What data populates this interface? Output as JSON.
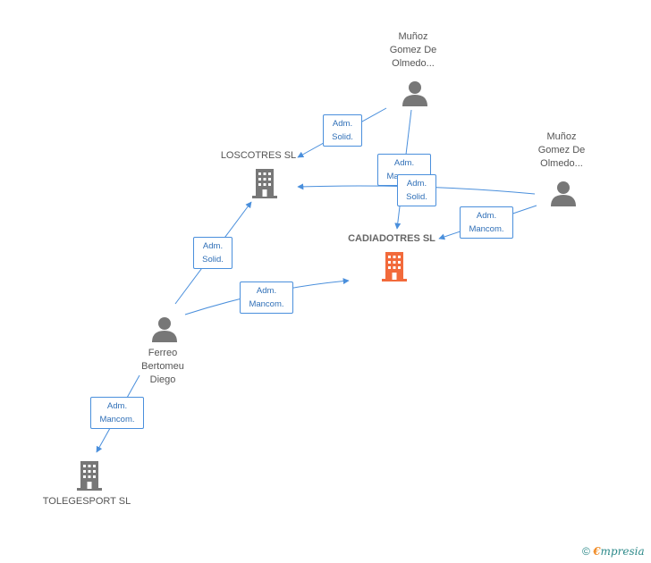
{
  "colors": {
    "edge": "#4a8fdc",
    "company_icon": "#777777",
    "main_company_icon": "#f26a3b",
    "person_icon": "#777777"
  },
  "nodes": {
    "person_top": {
      "label_lines": [
        "Muñoz",
        "Gomez De",
        "Olmedo..."
      ],
      "icon": "person-icon"
    },
    "person_right": {
      "label_lines": [
        "Muñoz",
        "Gomez De",
        "Olmedo..."
      ],
      "icon": "person-icon"
    },
    "person_left": {
      "label_lines": [
        "Ferreo",
        "Bertomeu",
        "Diego"
      ],
      "icon": "person-icon"
    },
    "loscotres": {
      "label": "LOSCOTRES SL",
      "icon": "building-icon"
    },
    "cadiadotres": {
      "label": "CADIADOTRES SL",
      "icon": "building-icon"
    },
    "tolegesport": {
      "label": "TOLEGESPORT SL",
      "icon": "building-icon"
    }
  },
  "edges": [
    {
      "from": "person_top",
      "to": "loscotres",
      "label": [
        "Adm.",
        "Solid."
      ]
    },
    {
      "from": "person_top",
      "to": "cadiadotres",
      "label": [
        "Adm.",
        "Mancom."
      ]
    },
    {
      "from": "person_right",
      "to": "loscotres",
      "label": [
        "Adm.",
        "Solid."
      ]
    },
    {
      "from": "person_right",
      "to": "cadiadotres",
      "label": [
        "Adm.",
        "Mancom."
      ]
    },
    {
      "from": "person_left",
      "to": "loscotres",
      "label": [
        "Adm.",
        "Solid."
      ]
    },
    {
      "from": "person_left",
      "to": "cadiadotres",
      "label": [
        "Adm.",
        "Mancom."
      ]
    },
    {
      "from": "person_left",
      "to": "tolegesport",
      "label": [
        "Adm.",
        "Mancom."
      ]
    }
  ],
  "footer": {
    "copyright": "©",
    "brand_first": "€",
    "brand_rest": "mpresia"
  }
}
